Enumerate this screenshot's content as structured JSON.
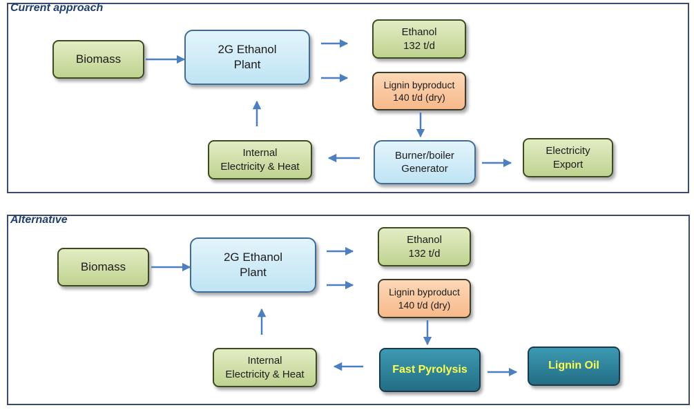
{
  "current": {
    "title": "Current approach",
    "biomass": "Biomass",
    "plant": [
      "2G Ethanol",
      "Plant"
    ],
    "ethanol": [
      "Ethanol",
      "132 t/d"
    ],
    "lignin": [
      "Lignin byproduct",
      "140 t/d (dry)"
    ],
    "internal": [
      "Internal",
      "Electricity & Heat"
    ],
    "burner": [
      "Burner/boiler",
      "Generator"
    ],
    "export": [
      "Electricity",
      "Export"
    ]
  },
  "alternative": {
    "title": "Alternative",
    "biomass": "Biomass",
    "plant": [
      "2G Ethanol",
      "Plant"
    ],
    "ethanol": [
      "Ethanol",
      "132 t/d"
    ],
    "lignin": [
      "Lignin byproduct",
      "140 t/d (dry)"
    ],
    "internal": [
      "Internal",
      "Electricity & Heat"
    ],
    "pyrolysis": "Fast Pyrolysis",
    "oil": "Lignin Oil"
  },
  "colors": {
    "arrow": "#4a7fc1",
    "green_fill": "#cddca5",
    "blue_fill": "#c6e7f5",
    "orange_fill": "#f9c79d",
    "teal_fill": "#2e879f",
    "teal_text": "#ffff4d",
    "panel_border": "#3a4a6e",
    "title_text": "#1f3d73"
  }
}
